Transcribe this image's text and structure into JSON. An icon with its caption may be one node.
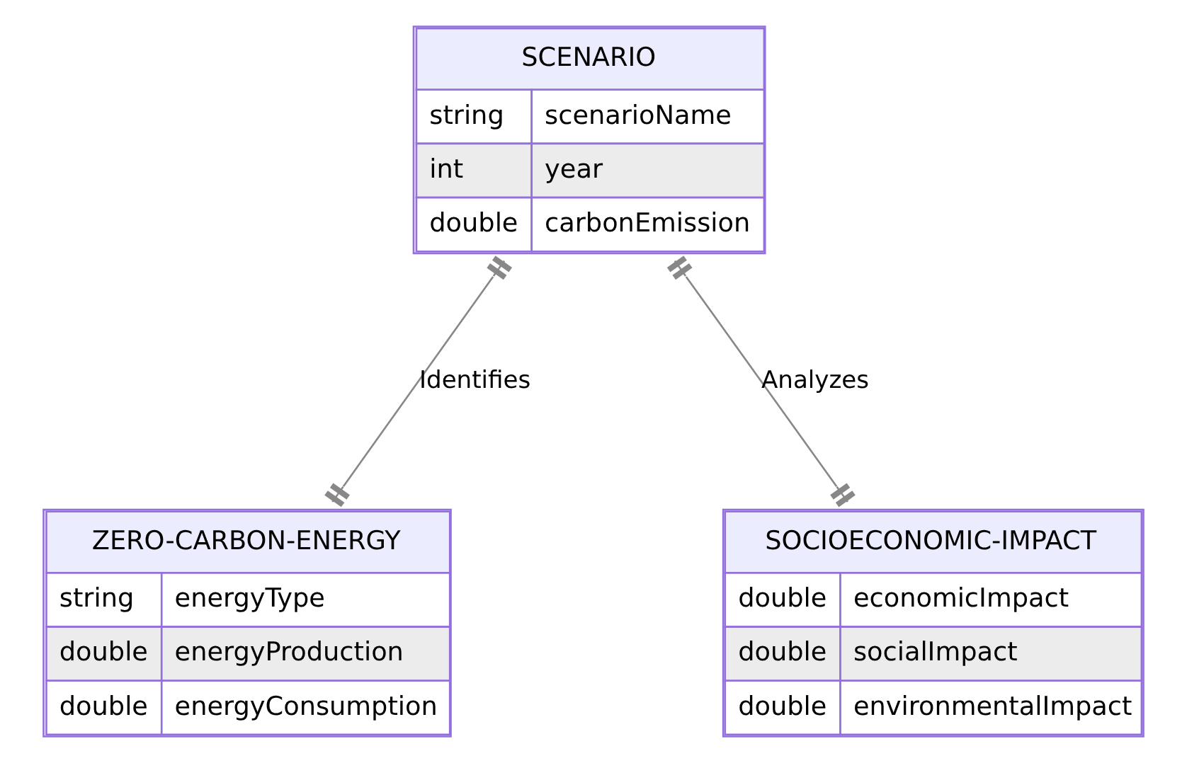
{
  "diagram": {
    "nodes": [
      {
        "text": [
          "SCENARIO",
          "string",
          "scenarioName",
          "int",
          "year",
          "double",
          "carbonEmission"
        ]
      },
      {
        "text": [
          "ZERO-CARBON-ENERGY",
          "string",
          "energyType",
          "double",
          "energyProduction",
          "double",
          "energyConsumption"
        ]
      },
      {
        "text": [
          "SOCIOECONOMIC-IMPACT",
          "double",
          "economicImpact",
          "double",
          "socialImpact",
          "double",
          "environmentalImpact"
        ]
      }
    ],
    "edges": [
      {
        "from": 0,
        "to": 1,
        "arrow": "other",
        "label": "Identifies"
      },
      {
        "from": 0,
        "to": 2,
        "arrow": "other",
        "label": "Analyzes"
      }
    ]
  }
}
